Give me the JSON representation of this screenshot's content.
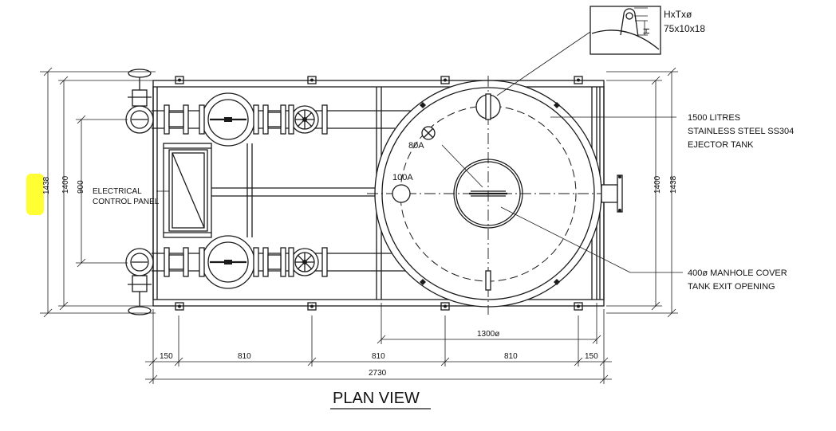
{
  "title": "PLAN VIEW",
  "tank_label": {
    "line1": "1500 LITRES",
    "line2": "STAINLESS STEEL SS304",
    "line3": "EJECTOR TANK"
  },
  "manhole_label": {
    "line1": "400ø MANHOLE COVER",
    "line2": "TANK EXIT OPENING"
  },
  "panel_label": {
    "line1": "ELECTRICAL",
    "line2": "CONTROL PANEL"
  },
  "nozzle_80": "80A",
  "nozzle_100": "100A",
  "lug_detail": {
    "header": "HxTxø",
    "value": "75x10x18",
    "h": "H"
  },
  "dimensions": {
    "height_outer_left": "1438",
    "height_inner_left": "1400",
    "height_pumps": "900",
    "height_inner_right": "1400",
    "height_outer_right": "1438",
    "tank_diameter": "1300ø",
    "seg1": "150",
    "seg2": "810",
    "seg3": "810",
    "seg4": "810",
    "seg5": "150",
    "total": "2730"
  },
  "colors": {
    "highlight": "#ffff33",
    "line": "#1a1a1a"
  }
}
